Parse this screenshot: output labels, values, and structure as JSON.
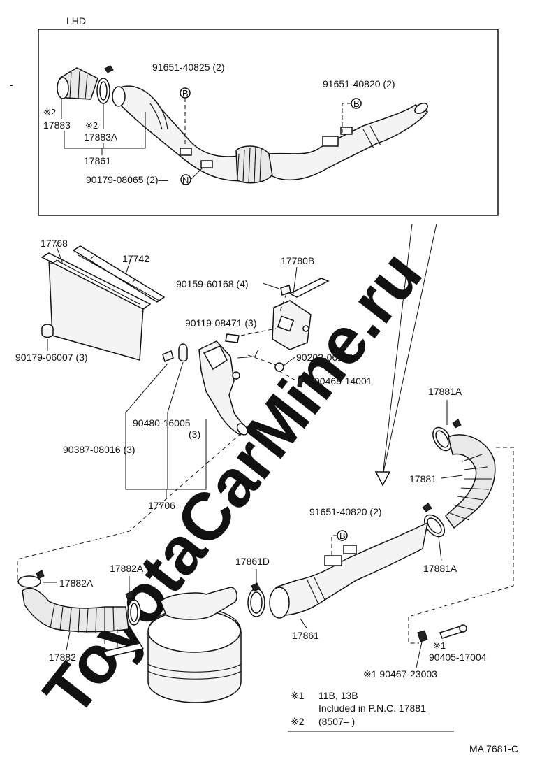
{
  "figure": {
    "variant_label": "LHD",
    "watermark": "ToyotaCarMine.ru",
    "figure_code": "MA 7681-C"
  },
  "callouts": {
    "c_91651_40825": "91651-40825 (2)",
    "c_91651_40820_top": "91651-40820 (2)",
    "c_note2_a": "※2",
    "c_17883": "17883",
    "c_note2_b": "※2",
    "c_17883A": "17883A",
    "c_17861_top": "17861",
    "c_90179_08065": "90179-08065 (2)—",
    "c_17768": "17768",
    "c_17742": "17742",
    "c_17780B": "17780B",
    "c_90159_60168": "90159-60168 (4)",
    "c_90119_08471": "90119-08471 (3)",
    "c_90179_06007": "90179-06007 (3)",
    "c_90202_06119": "90202-06119",
    "c_90468_14001": "90468-14001",
    "c_17881A_top": "17881A",
    "c_90480_16005": "90480-16005",
    "c_qty3": "(3)",
    "c_90387_08016": "90387-08016 (3)",
    "c_17881": "17881",
    "c_17706": "17706",
    "c_91651_40820_bottom": "91651-40820 (2)",
    "c_17882A_left": "17882A",
    "c_17882A": "17882A",
    "c_17861D": "17861D",
    "c_17881A_bottom": "17881A",
    "c_17861_bottom": "17861",
    "c_17882": "17882",
    "c_note1_small": "※1",
    "c_90405_17004": "90405-17004",
    "c_90467_23003": "※1 90467-23003"
  },
  "markers": {
    "b1": "B",
    "b2": "B",
    "b3": "B",
    "n1": "N"
  },
  "notes": {
    "note1_symbol": "※1",
    "note1_line1": "11B, 13B",
    "note1_line2": "Included in P.N.C. 17881",
    "note2_symbol": "※2",
    "note2_line1": "(8507–          )"
  }
}
